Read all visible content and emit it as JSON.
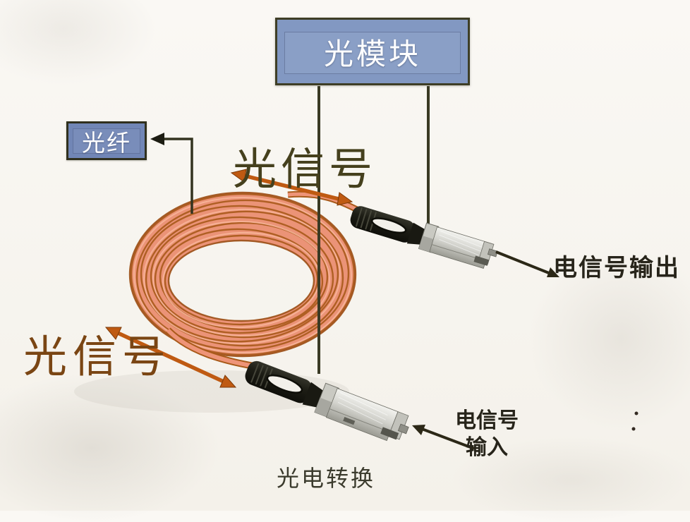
{
  "page": {
    "background": "#f8f6f1"
  },
  "boxes": {
    "optical_module": {
      "label": "光模块",
      "fill": "#8298c2",
      "border": "#3e3e26",
      "text_color": "#ffffff"
    },
    "optical_fiber": {
      "label": "光纤",
      "fill": "#7186b6",
      "border": "#30301e",
      "text_color": "#ffffff"
    }
  },
  "labels": {
    "optical_signal_top": {
      "text": "光信号",
      "color": "#45401d"
    },
    "optical_signal_bottom": {
      "text": "光信号",
      "color": "#7a4513"
    },
    "electrical_signal_output": {
      "text": "电信号输出",
      "color": "#27241a"
    },
    "electrical_signal_input": {
      "line1": "电信号",
      "line2": "输入",
      "color": "#27241a"
    },
    "photoelectric_conversion": {
      "text": "光电转换",
      "color": "#3b3b2d"
    }
  },
  "cable": {
    "color_main": "#eb9377",
    "color_outline": "#a95a1a",
    "color_highlight": "#f8b79c"
  },
  "arrows": {
    "optical_color": "#bf5a12",
    "electrical_color": "#2c2817",
    "pointer_color": "#33331f"
  }
}
